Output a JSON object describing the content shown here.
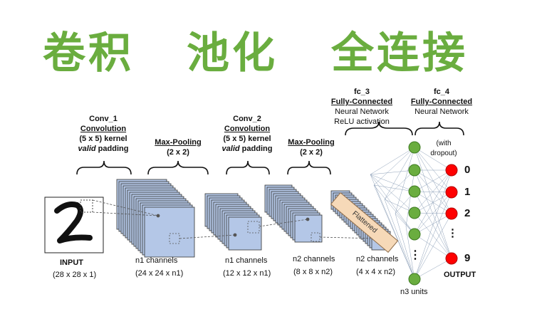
{
  "titles": {
    "conv": "卷积",
    "pool": "池化",
    "fc": "全连接"
  },
  "conv1": {
    "name": "Conv_1",
    "type": "Convolution",
    "kernel": "(5 x 5) kernel",
    "padding_italic": "valid",
    "padding": "padding"
  },
  "pool1": {
    "type": "Max-Pooling",
    "size": "(2 x 2)"
  },
  "conv2": {
    "name": "Conv_2",
    "type": "Convolution",
    "kernel": "(5 x 5) kernel",
    "padding_italic": "valid",
    "padding": "padding"
  },
  "pool2": {
    "type": "Max-Pooling",
    "size": "(2 x 2)"
  },
  "fc3": {
    "name": "fc_3",
    "type": "Fully-Connected",
    "desc1": "Neural Network",
    "desc2": "ReLU activation"
  },
  "fc4": {
    "name": "fc_4",
    "type": "Fully-Connected",
    "desc1": "Neural Network"
  },
  "dropout": {
    "line1": "(with",
    "line2": "dropout)"
  },
  "flattened": "Flattened",
  "input": {
    "label": "INPUT",
    "dims": "(28 x 28 x 1)"
  },
  "stage1": {
    "label": "n1 channels",
    "dims": "(24 x 24 x n1)"
  },
  "stage2": {
    "label": "n1 channels",
    "dims": "(12 x 12 x n1)"
  },
  "stage3": {
    "label": "n2 channels",
    "dims": "(8 x 8 x n2)"
  },
  "stage4": {
    "label": "n2 channels",
    "dims": "(4 x 4 x n2)"
  },
  "hidden": {
    "label": "n3 units",
    "ellipsis": "⋮"
  },
  "output": {
    "label": "OUTPUT",
    "values": [
      "0",
      "1",
      "2",
      "⋮",
      "9"
    ]
  },
  "colors": {
    "title": "#6aad3f",
    "map": "#b4c7e7",
    "node_green": "#6aad3f",
    "node_red": "#ff0000",
    "flat": "#f6d9b8"
  }
}
